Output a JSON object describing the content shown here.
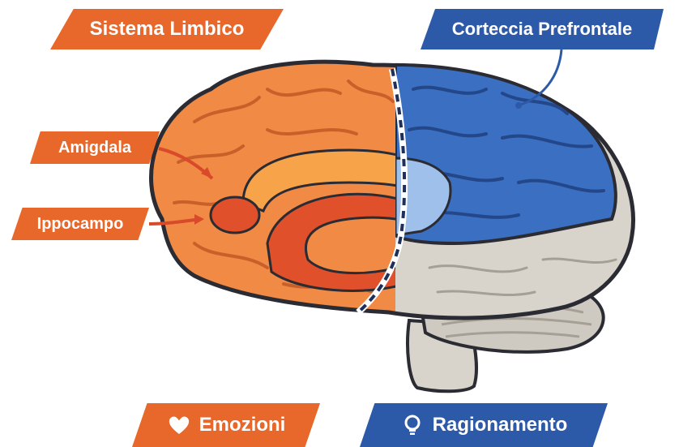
{
  "labels": {
    "limbic_system": "Sistema Limbico",
    "prefrontal_cortex": "Corteccia Prefrontale",
    "amygdala": "Amigdala",
    "hippocampus": "Ippocampo",
    "emotions": "Emozioni",
    "reasoning": "Ragionamento"
  },
  "icons": {
    "emotions": "heart-icon",
    "reasoning": "lightbulb-icon"
  },
  "colors": {
    "limbic_accent": "#e8672a",
    "prefrontal_accent": "#2d5aa8",
    "brain_orange": "#f08a45",
    "brain_red": "#e0502a",
    "cortex_blue": "#3a6fc2",
    "cerebellum_gray": "#d8d4cc"
  }
}
